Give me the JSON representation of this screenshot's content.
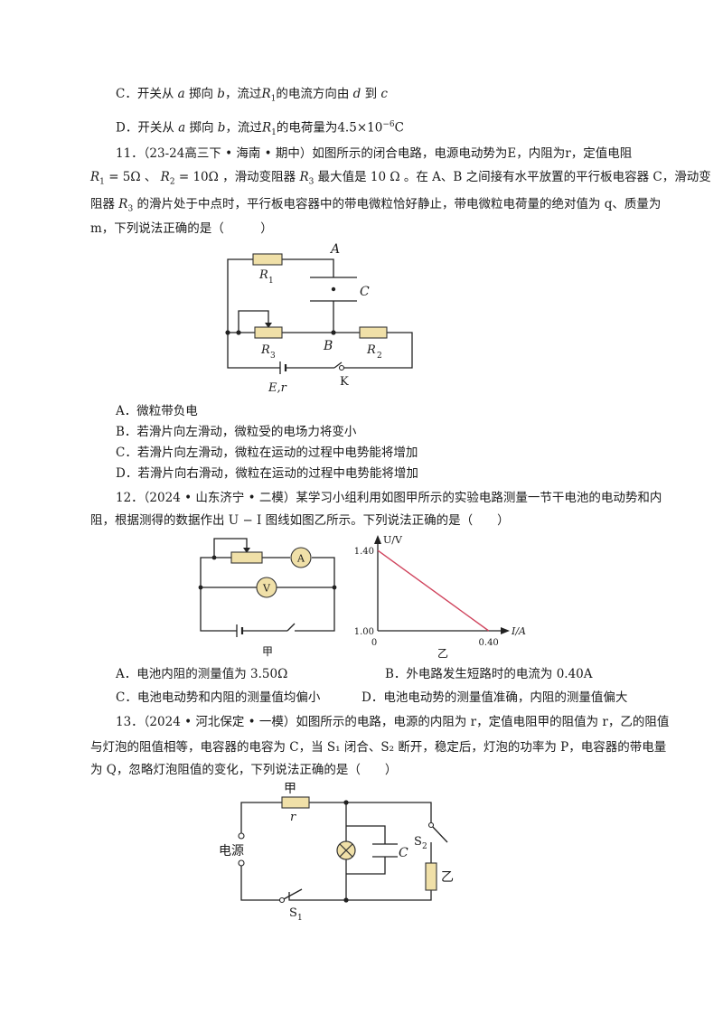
{
  "q10": {
    "option_c": [
      "C．开关从 ",
      "a",
      " 掷向 ",
      "b",
      "，流过",
      "R",
      "1",
      "的电流方向由 ",
      "d",
      " 到 ",
      "c"
    ],
    "option_d": [
      "D．开关从 ",
      "a",
      " 掷向 ",
      "b",
      "，流过",
      "R",
      "1",
      "的电荷量为",
      "4.5×10",
      "−6",
      "C"
    ]
  },
  "q11": {
    "line1": "11．（23-24高三下 • 海南 • 期中）如图所示的闭合电路，电源电动势为E，内阻为r，定值电阻",
    "line2": [
      "R",
      "1",
      " = 5Ω 、 ",
      "R",
      "2",
      " = 10Ω ，滑动变阻器 ",
      "R",
      "3",
      " 最大值是 10 Ω 。在 A、B 之间接有水平放置的平行板电容器 C，滑动变"
    ],
    "line3": [
      "阻器 ",
      "R",
      "3",
      " 的滑片处于中点时，平行板电容器中的带电微粒恰好静止，带电微粒电荷量的绝对值为 q、质量为"
    ],
    "line4": "m，下列说法正确的是（　　　）",
    "figure_labels": {
      "A": "A",
      "R1": "R",
      "R1_sub": "1",
      "C": "C",
      "R3": "R",
      "R3_sub": "3",
      "B": "B",
      "R2": "R",
      "R2_sub": "2",
      "Er": "E,r",
      "K": "K"
    },
    "options": [
      "A．微粒带负电",
      "B．若滑片向左滑动，微粒受的电场力将变小",
      "C．若滑片向左滑动，微粒在运动的过程中电势能将增加",
      "D．若滑片向右滑动，微粒在运动的过程中电势能将增加"
    ]
  },
  "q12": {
    "line1": "12．（2024 • 山东济宁 • 二模）某学习小组利用如图甲所示的实验电路测量一节干电池的电动势和内",
    "line2": "阻，根据测得的数据作出 U − I 图线如图乙所示。下列说法正确的是（　　）",
    "fig_a_label": "甲",
    "fig_b_label": "乙",
    "ammeter": "A",
    "voltmeter": "V",
    "option_a": "A．电池内阻的测量值为 3.50Ω",
    "option_b": "B．外电路发生短路时的电流为 0.40A",
    "option_c": "C．电池电动势和内阻的测量值均偏小",
    "option_d": "D．电池电动势的测量值准确，内阻的测量值偏大"
  },
  "chart_data": {
    "type": "line",
    "xlabel": "I/A",
    "ylabel": "U/V",
    "origin_label": "0",
    "x_ticks": [
      "0.40"
    ],
    "y_ticks": [
      "1.40",
      "1.00"
    ],
    "series": [
      {
        "x": [
          0,
          0.4
        ],
        "y": [
          1.4,
          1.0
        ],
        "color": "#d0455e"
      }
    ],
    "xlim": [
      0,
      0.45
    ],
    "ylim": [
      1.0,
      1.45
    ]
  },
  "q13": {
    "line1": "13．（2024 • 河北保定 • 一模）如图所示的电路，电源的内阻为 r，定值电阻甲的阻值为 r，乙的阻值",
    "line2": "与灯泡的阻值相等，电容器的电容为 C，当 S₁ 闭合、S₂ 断开，稳定后，灯泡的功率为 P，电容器的带电量",
    "line3": "为 Q，忽略灯泡阻值的变化，下列说法正确的是（　　）",
    "figure_labels": {
      "jia": "甲",
      "r": "r",
      "source": "电源",
      "C": "C",
      "S2": "S",
      "S2_sub": "2",
      "yi": "乙",
      "S1": "S",
      "S1_sub": "1"
    }
  }
}
